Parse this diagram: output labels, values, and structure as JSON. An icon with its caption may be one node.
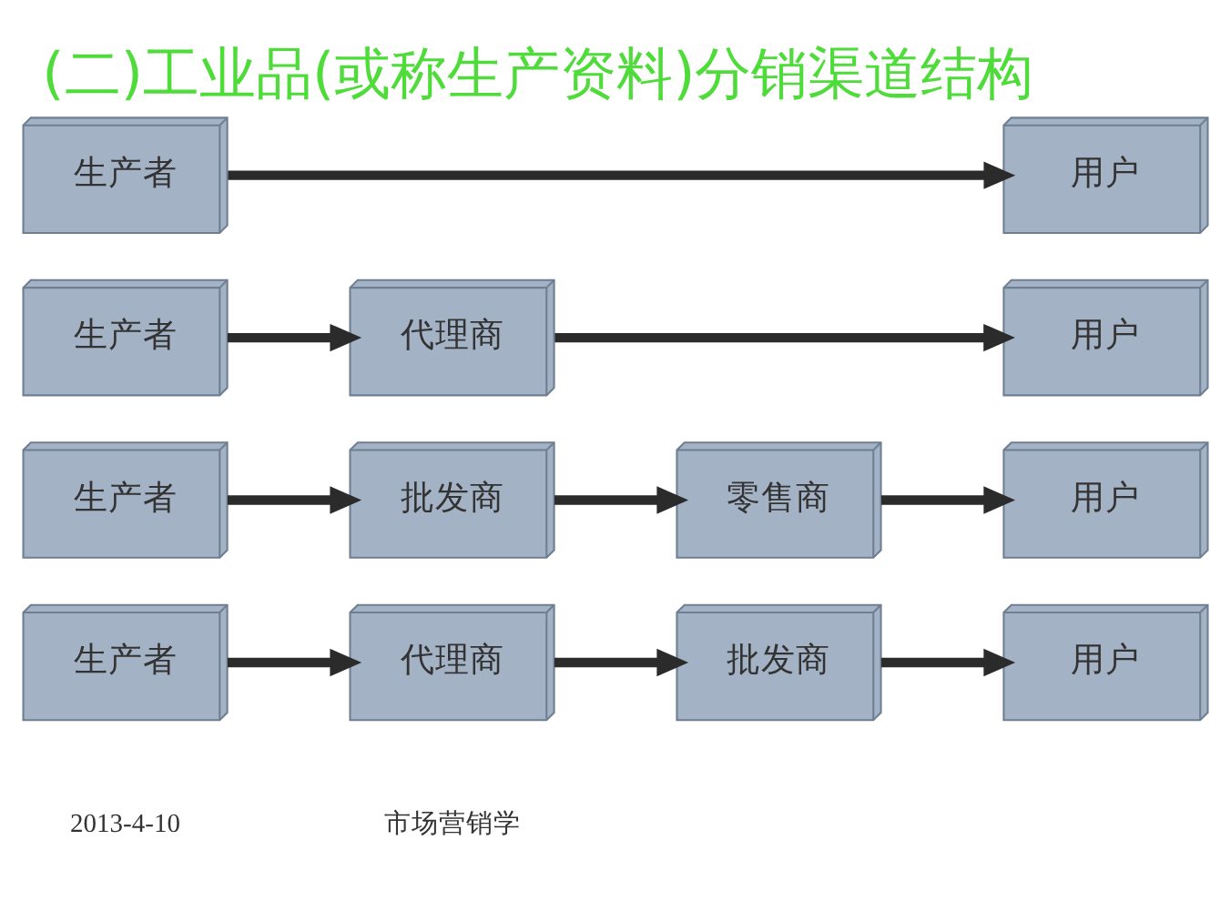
{
  "diagram": {
    "title": "(二)工业品(或称生产资料)分销渠道结构",
    "nodes": [
      {
        "text": [
          "生产者"
        ]
      },
      {
        "text": [
          "用户"
        ]
      },
      {
        "text": [
          "生产者"
        ]
      },
      {
        "text": [
          "代理商"
        ]
      },
      {
        "text": [
          "用户"
        ]
      },
      {
        "text": [
          "生产者"
        ]
      },
      {
        "text": [
          "批发商"
        ]
      },
      {
        "text": [
          "零售商"
        ]
      },
      {
        "text": [
          "用户"
        ]
      },
      {
        "text": [
          "生产者"
        ]
      },
      {
        "text": [
          "代理商"
        ]
      },
      {
        "text": [
          "批发商"
        ]
      },
      {
        "text": [
          "用户"
        ]
      }
    ],
    "edges": [
      {
        "from": 0,
        "to": 1,
        "arrow": "to"
      },
      {
        "from": 2,
        "to": 3,
        "arrow": "to"
      },
      {
        "from": 3,
        "to": 4,
        "arrow": "to"
      },
      {
        "from": 5,
        "to": 6,
        "arrow": "to"
      },
      {
        "from": 6,
        "to": 7,
        "arrow": "to"
      },
      {
        "from": 7,
        "to": 8,
        "arrow": "to"
      },
      {
        "from": 9,
        "to": 10,
        "arrow": "to"
      },
      {
        "from": 10,
        "to": 11,
        "arrow": "to"
      },
      {
        "from": 11,
        "to": 12,
        "arrow": "to"
      }
    ],
    "labels": [
      "2013-4-10",
      "市场营销学"
    ]
  }
}
